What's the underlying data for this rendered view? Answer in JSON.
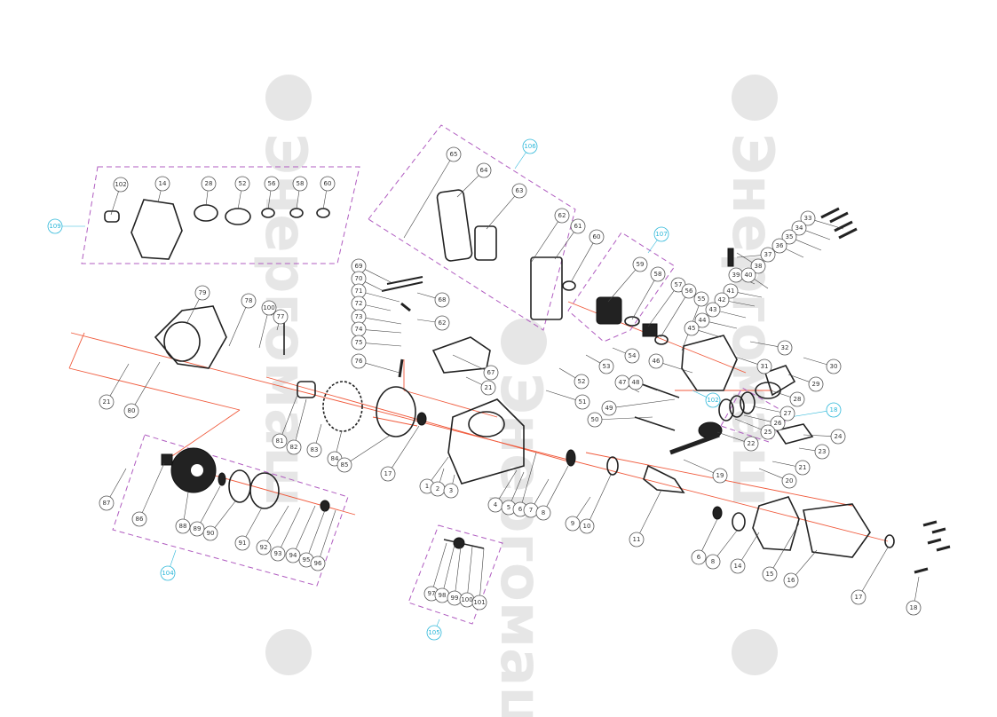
{
  "watermark": {
    "brand": "Энергомаш"
  },
  "colors": {
    "group_outline": "#b05cc0",
    "axis_line": "#f05a3c",
    "callout_cyan": "#2bb7d9",
    "watermark": "#e6e6e6"
  },
  "groups": [
    "109",
    "106",
    "107",
    "104",
    "105",
    "18",
    "102"
  ],
  "callouts": [
    "102",
    "14",
    "28",
    "52",
    "56",
    "58",
    "60",
    "65",
    "64",
    "63",
    "62",
    "61",
    "60",
    "59",
    "58",
    "57",
    "56",
    "55",
    "33",
    "34",
    "35",
    "36",
    "37",
    "38",
    "39",
    "40",
    "41",
    "42",
    "43",
    "44",
    "45",
    "32",
    "31",
    "30",
    "29",
    "28",
    "27",
    "26",
    "25",
    "24",
    "23",
    "22",
    "21",
    "20",
    "19",
    "46",
    "47",
    "48",
    "52",
    "53",
    "54",
    "51",
    "49",
    "50",
    "69",
    "70",
    "71",
    "72",
    "73",
    "74",
    "75",
    "76",
    "68",
    "62",
    "67",
    "21",
    "1",
    "2",
    "3",
    "4",
    "5",
    "6",
    "7",
    "8",
    "9",
    "10",
    "11",
    "6",
    "8",
    "14",
    "15",
    "16",
    "17",
    "18",
    "79",
    "78",
    "100",
    "77",
    "21",
    "80",
    "81",
    "82",
    "83",
    "84",
    "85",
    "17",
    "87",
    "86",
    "88",
    "89",
    "90",
    "91",
    "92",
    "93",
    "94",
    "95",
    "96",
    "97",
    "98",
    "99",
    "100",
    "101"
  ]
}
